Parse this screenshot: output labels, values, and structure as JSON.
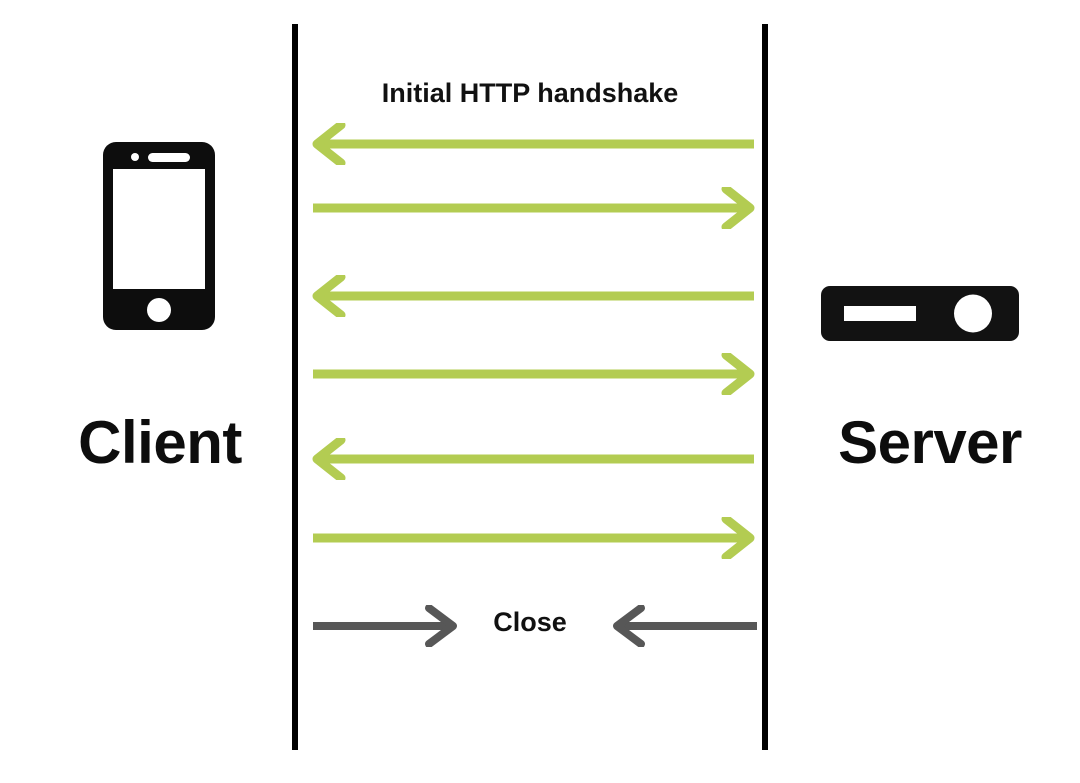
{
  "diagram": {
    "type": "sequence-diagram",
    "title": "WebSocket / HTTP message exchange between client and server",
    "background_color": "#ffffff",
    "colors": {
      "arrow_green": "#b3cc52",
      "arrow_gray": "#575757",
      "lifeline": "#000000",
      "text": "#111111"
    },
    "endpoints": {
      "left": {
        "label": "Client",
        "icon": "mobile-phone-icon"
      },
      "right": {
        "label": "Server",
        "icon": "server-rack-icon"
      }
    },
    "labels": {
      "handshake": "Initial HTTP handshake",
      "close": "Close"
    },
    "messages": [
      {
        "index": 1,
        "direction": "left",
        "color": "#b3cc52",
        "label": "Initial HTTP handshake"
      },
      {
        "index": 2,
        "direction": "right",
        "color": "#b3cc52",
        "label": ""
      },
      {
        "index": 3,
        "direction": "left",
        "color": "#b3cc52",
        "label": ""
      },
      {
        "index": 4,
        "direction": "right",
        "color": "#b3cc52",
        "label": ""
      },
      {
        "index": 5,
        "direction": "left",
        "color": "#b3cc52",
        "label": ""
      },
      {
        "index": 6,
        "direction": "right",
        "color": "#b3cc52",
        "label": ""
      },
      {
        "index": 7,
        "direction": "right",
        "color": "#575757",
        "label": "Close"
      },
      {
        "index": 8,
        "direction": "left",
        "color": "#575757",
        "label": "Close"
      }
    ]
  }
}
